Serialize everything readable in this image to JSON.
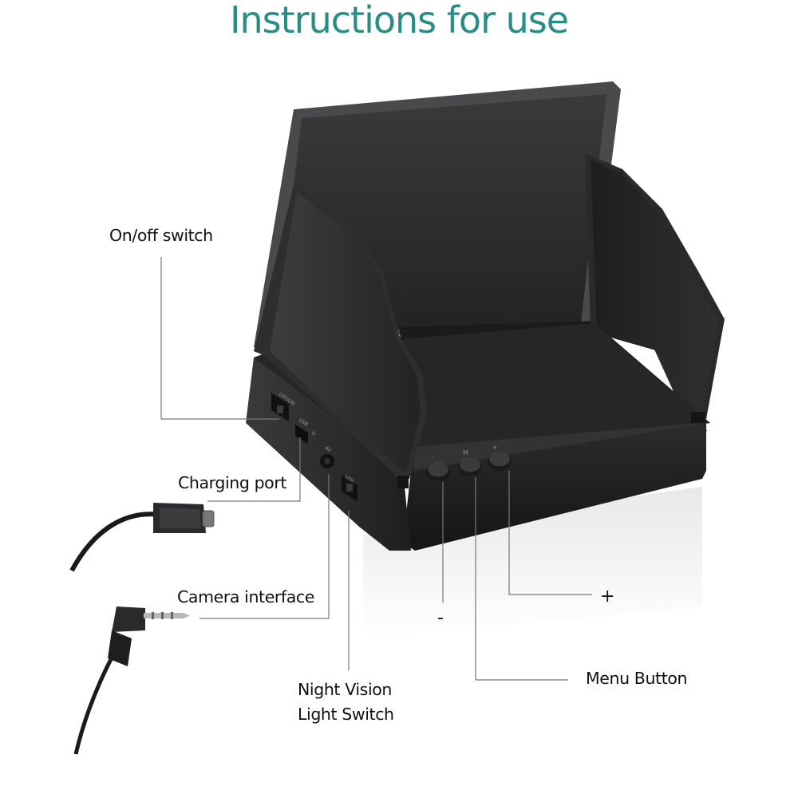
{
  "title": "Instructions for use",
  "title_color": "#2a8c87",
  "labels": {
    "on_off_switch": "On/off switch",
    "charging_port": "Charging port",
    "camera_interface": "Camera interface",
    "night_vision_line1": "Night Vision",
    "night_vision_line2": "Light Switch",
    "plus": "+",
    "minus": "-",
    "menu_button": "Menu Button"
  },
  "device_markings": {
    "port_on_off": "OFF/ON",
    "port_usb": "USB",
    "port_av": "AV",
    "port_led": "LED",
    "btn_minus": "-",
    "btn_menu": "M",
    "btn_plus": "+"
  }
}
